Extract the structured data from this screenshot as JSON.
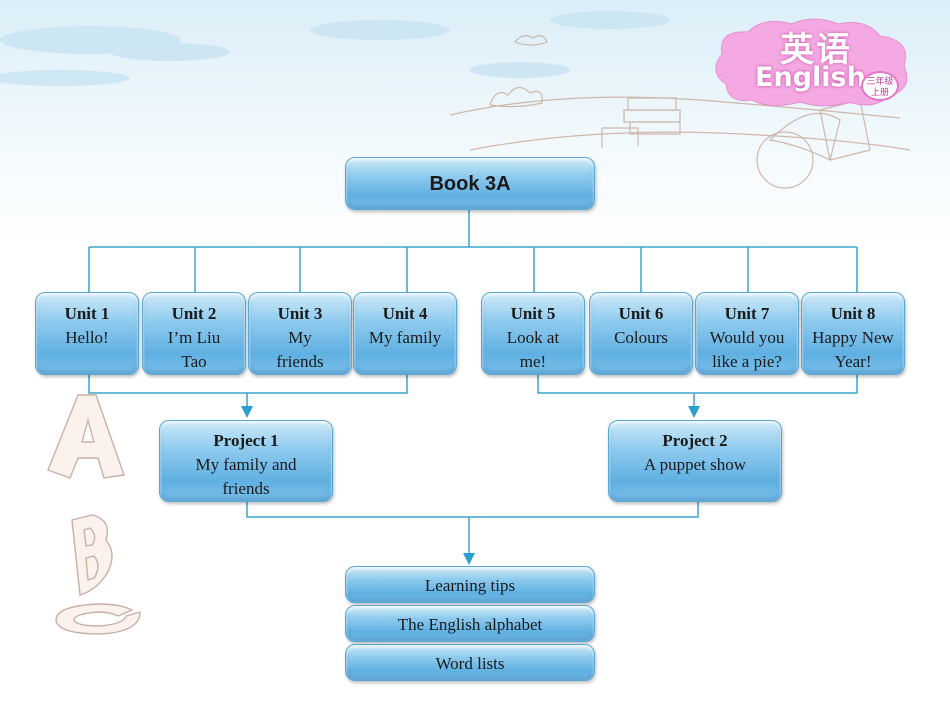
{
  "logo": {
    "chinese": "英语",
    "english": "English",
    "badge_line1": "三年级",
    "badge_line2": "上册"
  },
  "book": "Book 3A",
  "units": [
    {
      "title": "Unit 1",
      "line1": "Hello!",
      "line2": ""
    },
    {
      "title": "Unit 2",
      "line1": "I’m Liu",
      "line2": "Tao"
    },
    {
      "title": "Unit 3",
      "line1": "My",
      "line2": "friends"
    },
    {
      "title": "Unit 4",
      "line1": "My family",
      "line2": ""
    },
    {
      "title": "Unit 5",
      "line1": "Look at",
      "line2": "me!"
    },
    {
      "title": "Unit 6",
      "line1": "Colours",
      "line2": ""
    },
    {
      "title": "Unit 7",
      "line1": "Would you",
      "line2": "like a pie?"
    },
    {
      "title": "Unit 8",
      "line1": "Happy New",
      "line2": "Year!"
    }
  ],
  "projects": [
    {
      "title": "Project 1",
      "line1": "My family and",
      "line2": "friends"
    },
    {
      "title": "Project 2",
      "line1": "A puppet show",
      "line2": ""
    }
  ],
  "appendix": [
    "Learning tips",
    "The English alphabet",
    "Word lists"
  ],
  "colors": {
    "connector": "#3aa5c8",
    "box_border": "#5aa7d6",
    "logo_pink": "#f2a6e0"
  }
}
